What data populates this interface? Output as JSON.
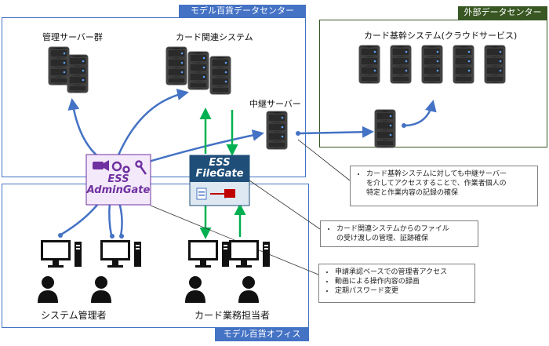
{
  "regions": {
    "datacenter": "モデル百貨データセンター",
    "external": "外部データセンター",
    "office": "モデル百貨オフィス"
  },
  "labels": {
    "mgmt_servers": "管理サーバー群",
    "card_systems": "カード関連システム",
    "core_system": "カード基幹システム(クラウドサービス)",
    "relay_server": "中継サーバー",
    "sys_admin": "システム管理者",
    "card_staff": "カード業務担当者"
  },
  "products": {
    "admingate": [
      "ESS",
      "AdminGate"
    ],
    "filegate": [
      "ESS",
      "FileGate"
    ]
  },
  "notes": {
    "relay": [
      "カード基幹システムに対しても中継サーバー",
      "を介してアクセスすることで、作業者個人の",
      "特定と作業内容の記録の確保"
    ],
    "filegate": [
      "カード関連システムからのファイル",
      "の受け渡しの管理、証跡確保"
    ],
    "admingate": [
      "申請承認ベースでの管理者アクセス",
      "動画による操作内容の録画",
      "定期パスワード変更"
    ]
  },
  "colors": {
    "datacenter": "#4472c4",
    "external": "#385723",
    "office": "#4472c4",
    "arrow_blue": "#4472c4",
    "arrow_green": "#00b050",
    "admingate": "#7030a0",
    "filegate": "#1f4e79"
  }
}
